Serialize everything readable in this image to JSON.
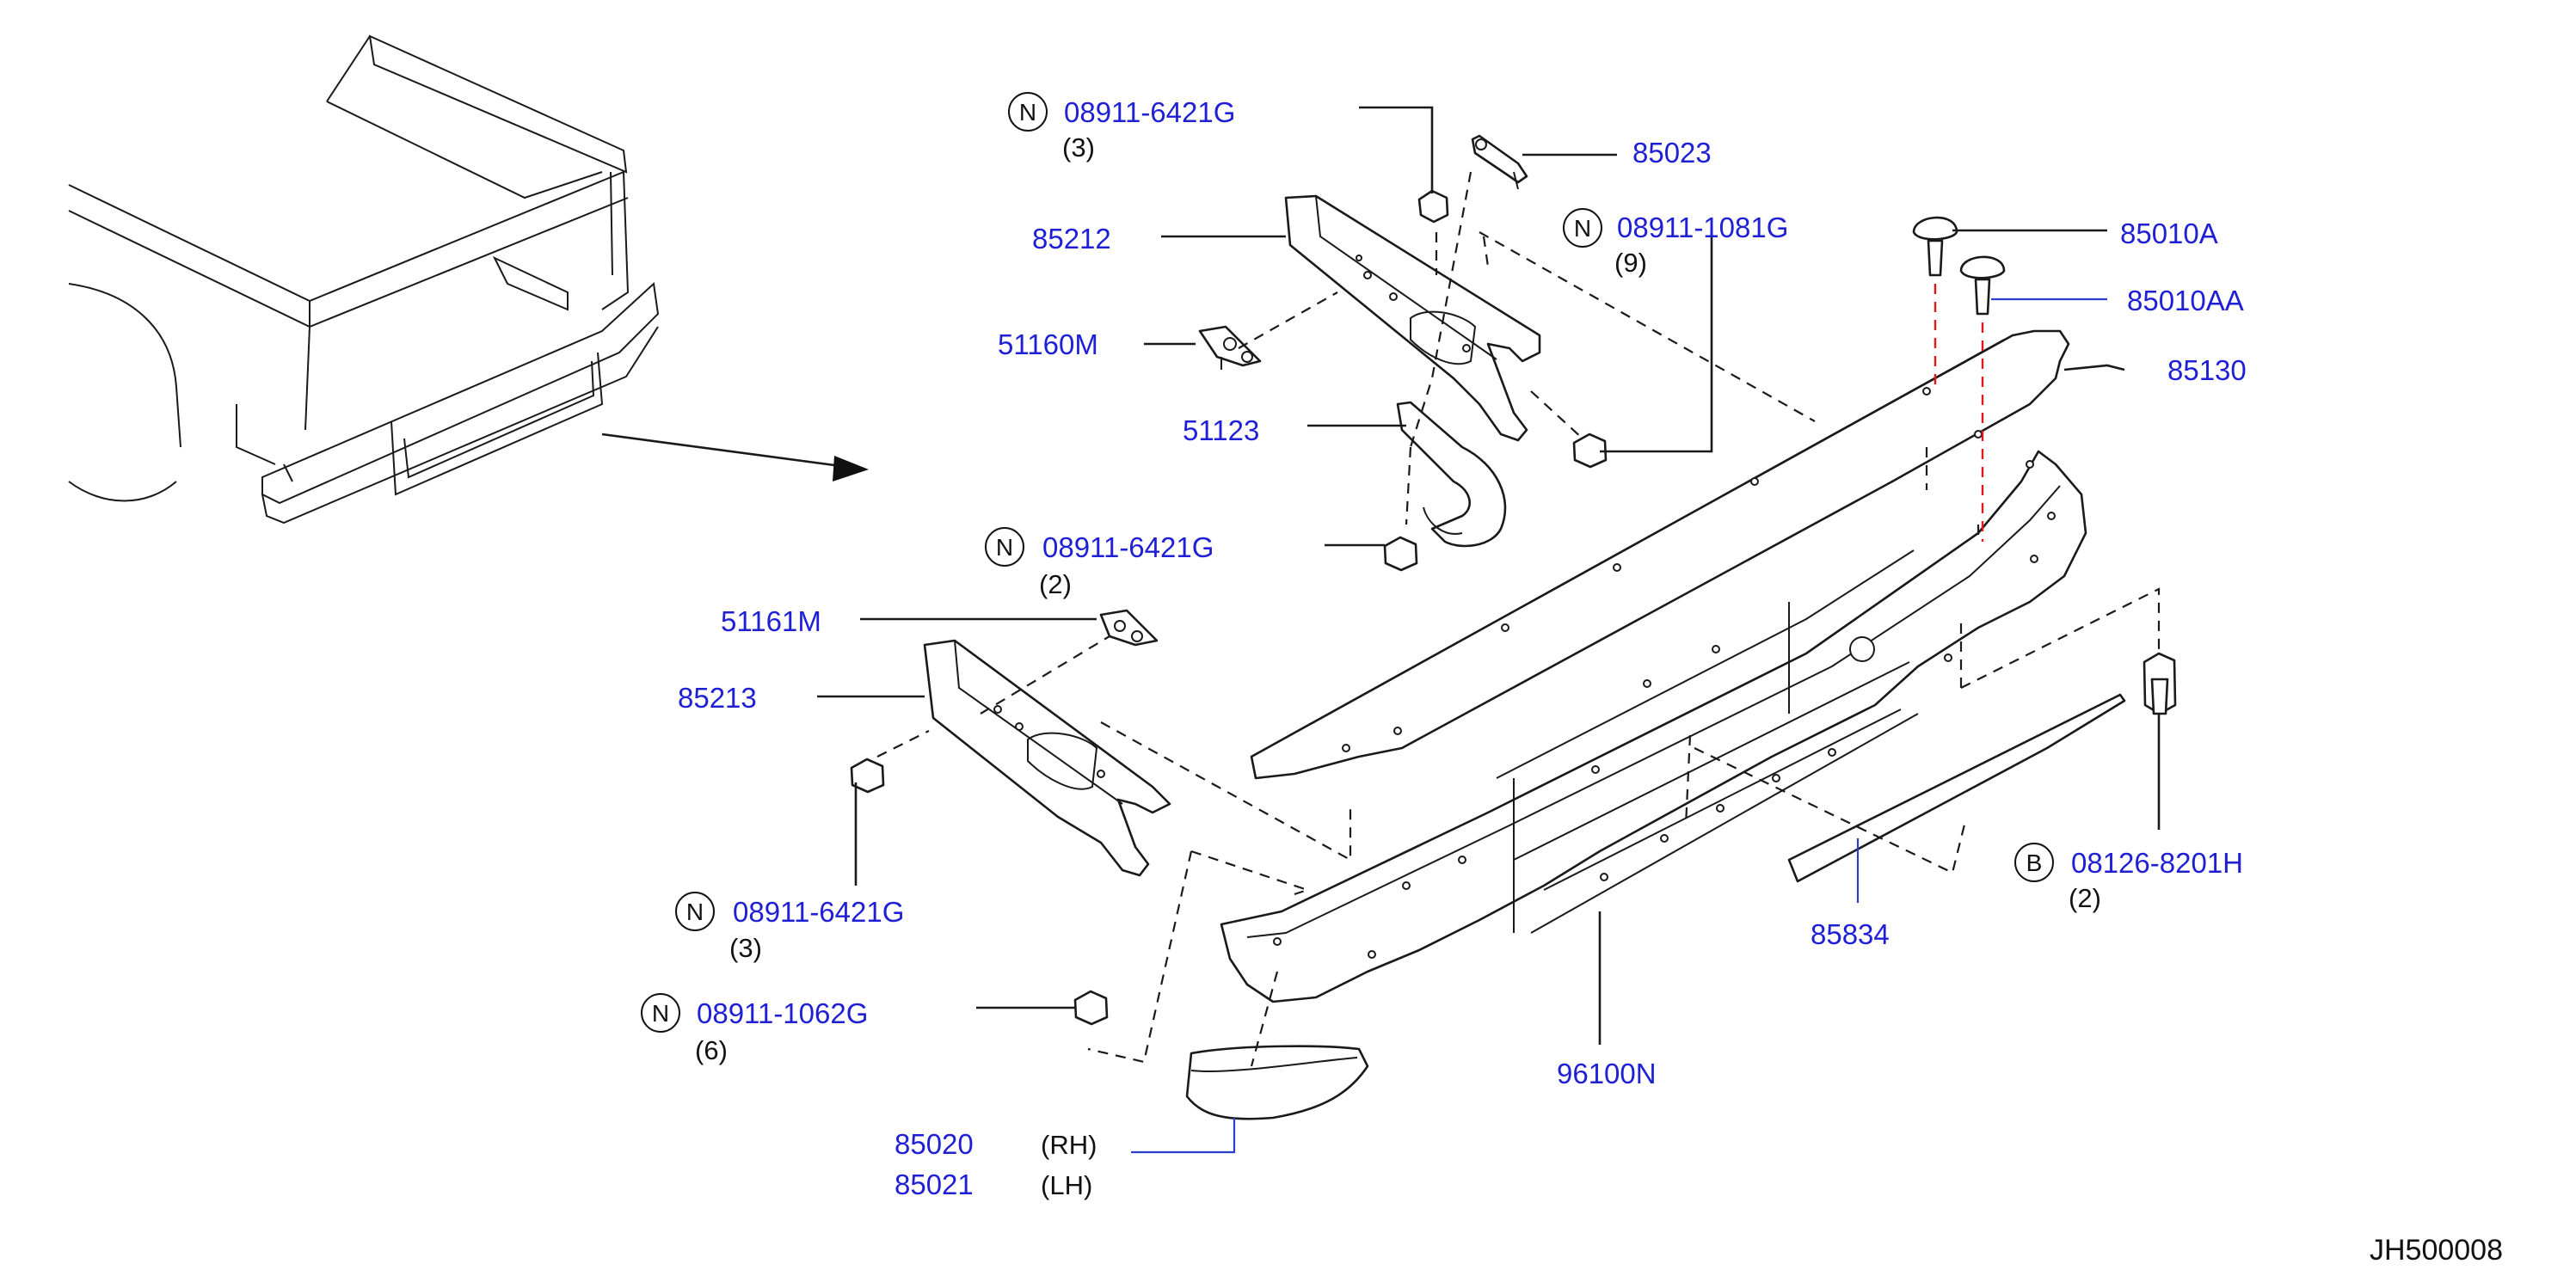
{
  "diagram_code": "JH500008",
  "colors": {
    "part_number": "#1f1fd6",
    "leader": "#1a1a1a",
    "dash_red": "#e01a1a"
  },
  "labels": {
    "n_top": {
      "circle": "N",
      "code": "08911-6421G",
      "qty": "(3)"
    },
    "p85023": {
      "code": "85023"
    },
    "n_1081": {
      "circle": "N",
      "code": "08911-1081G",
      "qty": "(9)"
    },
    "p85010A": {
      "code": "85010A"
    },
    "p85010AA": {
      "code": "85010AA"
    },
    "p85212": {
      "code": "85212"
    },
    "p85130": {
      "code": "85130"
    },
    "p51160M": {
      "code": "51160M"
    },
    "p51123": {
      "code": "51123"
    },
    "n_mid": {
      "circle": "N",
      "code": "08911-6421G",
      "qty": "(2)"
    },
    "p51161M": {
      "code": "51161M"
    },
    "p85213": {
      "code": "85213"
    },
    "b_8201": {
      "circle": "B",
      "code": "08126-8201H",
      "qty": "(2)"
    },
    "p85834": {
      "code": "85834"
    },
    "n_low": {
      "circle": "N",
      "code": "08911-6421G",
      "qty": "(3)"
    },
    "n_1062": {
      "circle": "N",
      "code": "08911-1062G",
      "qty": "(6)"
    },
    "p96100N": {
      "code": "96100N"
    },
    "p85020": {
      "code": "85020",
      "side": "(RH)"
    },
    "p85021": {
      "code": "85021",
      "side": "(LH)"
    }
  }
}
